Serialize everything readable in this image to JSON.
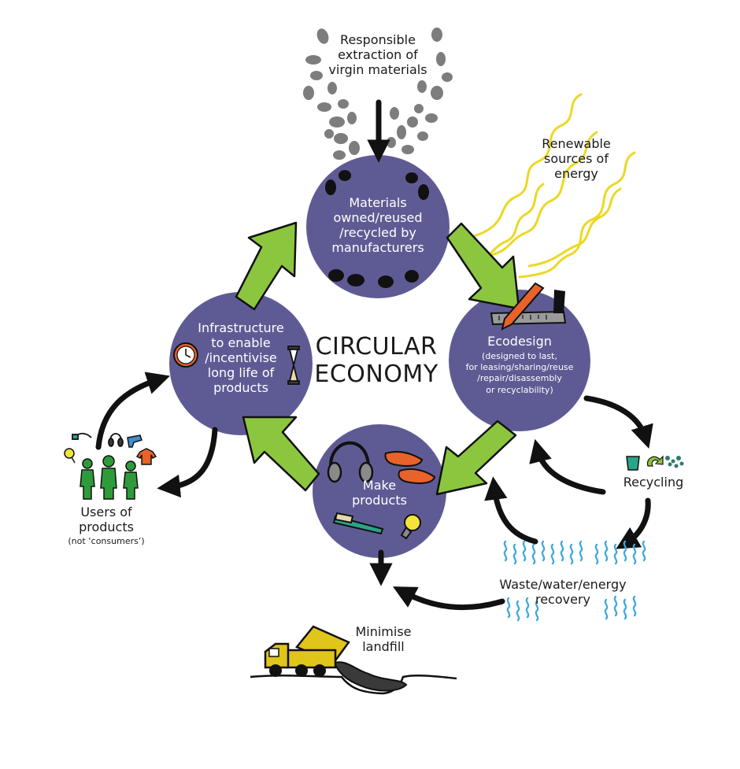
{
  "center_title": {
    "line1": "CIRCULAR",
    "line2": "ECONOMY"
  },
  "nodes": {
    "materials": {
      "lines": [
        "Materials",
        "owned/reused",
        "/recycled by",
        "manufacturers"
      ]
    },
    "ecodesign": {
      "title": "Ecodesign",
      "detail": [
        "(designed to last,",
        "for leasing/sharing/reuse",
        "/repair/disassembly",
        "or recyclability)"
      ]
    },
    "make_products": {
      "lines": [
        "Make",
        "products"
      ]
    },
    "infrastructure": {
      "lines": [
        "Infrastructure",
        "to enable",
        "/incentivise",
        "long life of",
        "products"
      ]
    }
  },
  "external": {
    "extraction": [
      "Responsible",
      "extraction of",
      "virgin materials"
    ],
    "renewable": [
      "Renewable",
      "sources of",
      "energy"
    ],
    "recycling": "Recycling",
    "waste": [
      "Waste/water/energy",
      "recovery"
    ],
    "landfill": [
      "Minimise",
      "landfill"
    ],
    "users": {
      "lines": [
        "Users of",
        "products"
      ],
      "note": "(not ‘consumers’)"
    }
  },
  "colors": {
    "circle": "#5e5b94",
    "arrow_green": "#8cc63f",
    "arrow_black": "#111111",
    "energy_yellow": "#ecd825",
    "water_blue": "#3fa9dd",
    "rock_gray": "#7d7d7d",
    "people_green": "#2e9b3a",
    "truck_yellow": "#e0c51a"
  },
  "icons": [
    "rock-icon",
    "sun-ray-icon",
    "pencil-icon",
    "ruler-icon",
    "headphones-icon",
    "shoes-icon",
    "toothbrush-icon",
    "lightbulb-icon",
    "clock-icon",
    "hourglass-icon",
    "person-icon",
    "drill-icon",
    "shirt-icon",
    "recycle-icon",
    "water-wave-icon",
    "truck-icon"
  ]
}
